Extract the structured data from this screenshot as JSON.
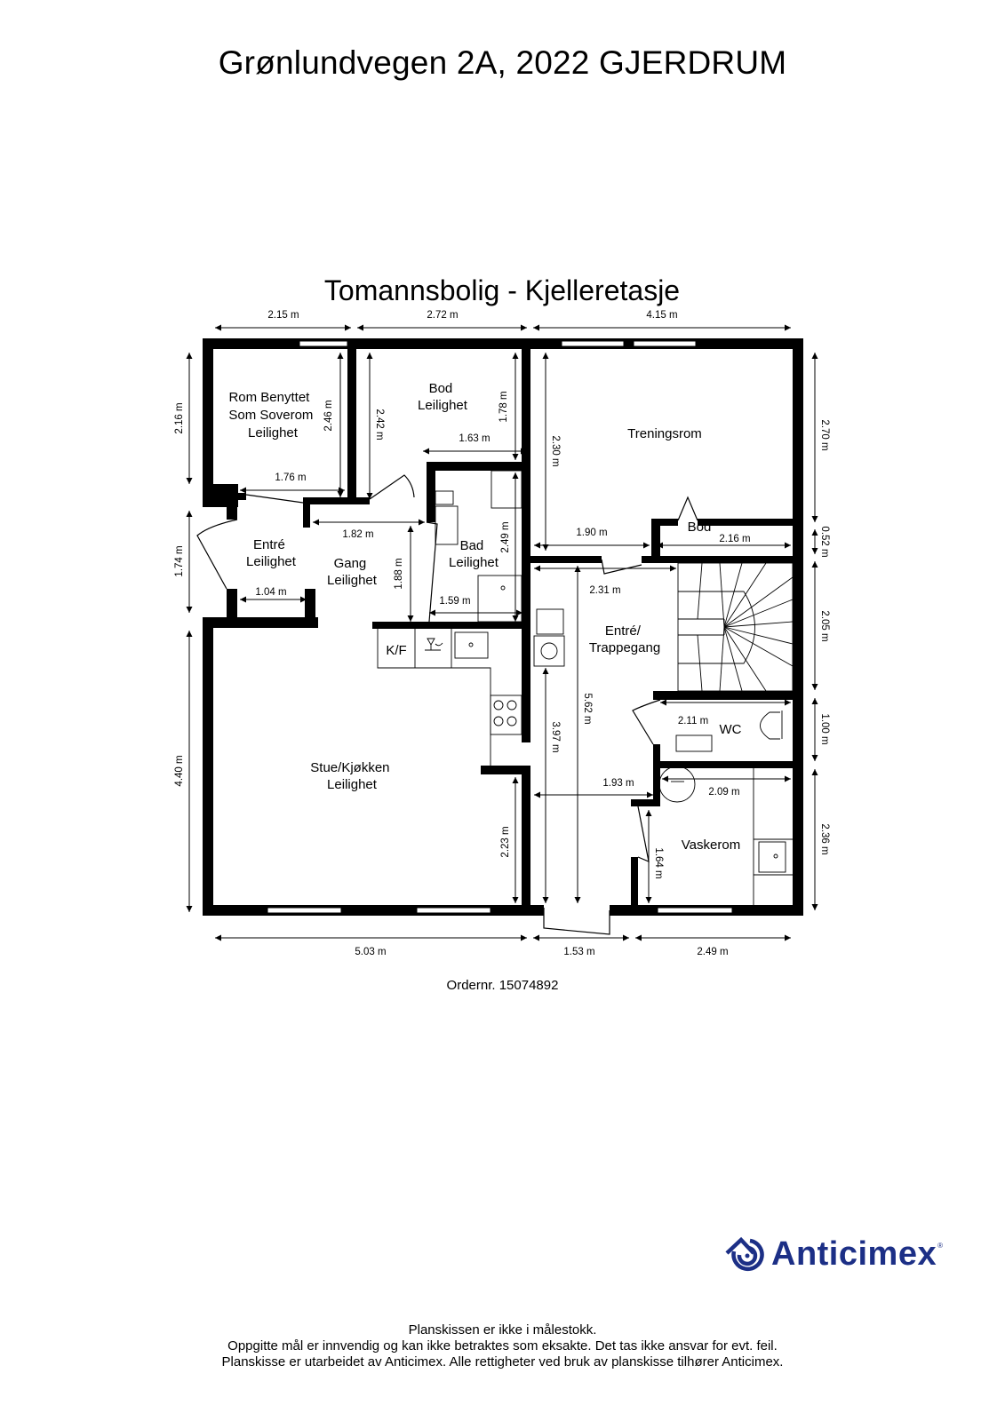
{
  "header": {
    "address": "Grønlundvegen 2A, 2022 GJERDRUM"
  },
  "plan": {
    "title": "Tomannsbolig  - Kjelleretasje",
    "rooms": {
      "soverom": [
        "Rom Benyttet",
        "Som Soverom",
        "Leilighet"
      ],
      "bod_leil": [
        "Bod",
        "Leilighet"
      ],
      "treningsrom": [
        "Treningsrom"
      ],
      "bod_small": [
        "Bod"
      ],
      "entre_leil": [
        "Entré",
        "Leilighet"
      ],
      "gang_leil": [
        "Gang",
        "Leilighet"
      ],
      "bad_leil": [
        "Bad",
        "Leilighet"
      ],
      "entre_trapp": [
        "Entré/",
        "Trappegang"
      ],
      "wc": [
        "WC"
      ],
      "stue": [
        "Stue/Kjøkken",
        "Leilighet"
      ],
      "vaskerom": [
        "Vaskerom"
      ],
      "kf": [
        "K/F"
      ]
    },
    "dimensions": {
      "top_1": "2.15 m",
      "top_2": "2.72 m",
      "top_3": "4.15 m",
      "left_1": "2.16 m",
      "left_2": "1.74 m",
      "left_3": "4.40 m",
      "right_1": "2.70 m",
      "right_2": "0.52 m",
      "right_3": "2.05 m",
      "right_4": "1.00 m",
      "right_5": "2.36 m",
      "bottom_1": "5.03 m",
      "bottom_2": "1.53 m",
      "bottom_3": "2.49 m",
      "sov_h": "2.46 m",
      "sov_w": "1.76 m",
      "bod_h1": "2.42 m",
      "bod_h2": "1.78 m",
      "bod_w": "1.63 m",
      "tren_h": "2.30 m",
      "tren_w": "1.90 m",
      "bods_w": "2.16 m",
      "gang_w": "1.82 m",
      "gang_h": "1.88 m",
      "entre_w": "1.04 m",
      "bad_h": "2.49 m",
      "bad_w": "1.59 m",
      "trapp_w": "2.31 m",
      "trapp_h1": "3.97 m",
      "trapp_h2": "5.62 m",
      "wc_w": "2.11 m",
      "hall_w": "1.93 m",
      "vask_w": "2.09 m",
      "vask_h": "1.64 m",
      "stue_h": "2.23 m"
    }
  },
  "order": {
    "label": "Ordernr. 15074892"
  },
  "logo": {
    "name": "Anticimex",
    "registered": "®",
    "color": "#1c2f86"
  },
  "footer": {
    "lines": [
      "Planskissen er ikke i målestokk.",
      "Oppgitte mål er innvendig og kan ikke betraktes som eksakte. Det tas ikke ansvar for evt. feil.",
      "Planskisse er utarbeidet av Anticimex. Alle rettigheter ved bruk av planskisse tilhører Anticimex."
    ]
  }
}
